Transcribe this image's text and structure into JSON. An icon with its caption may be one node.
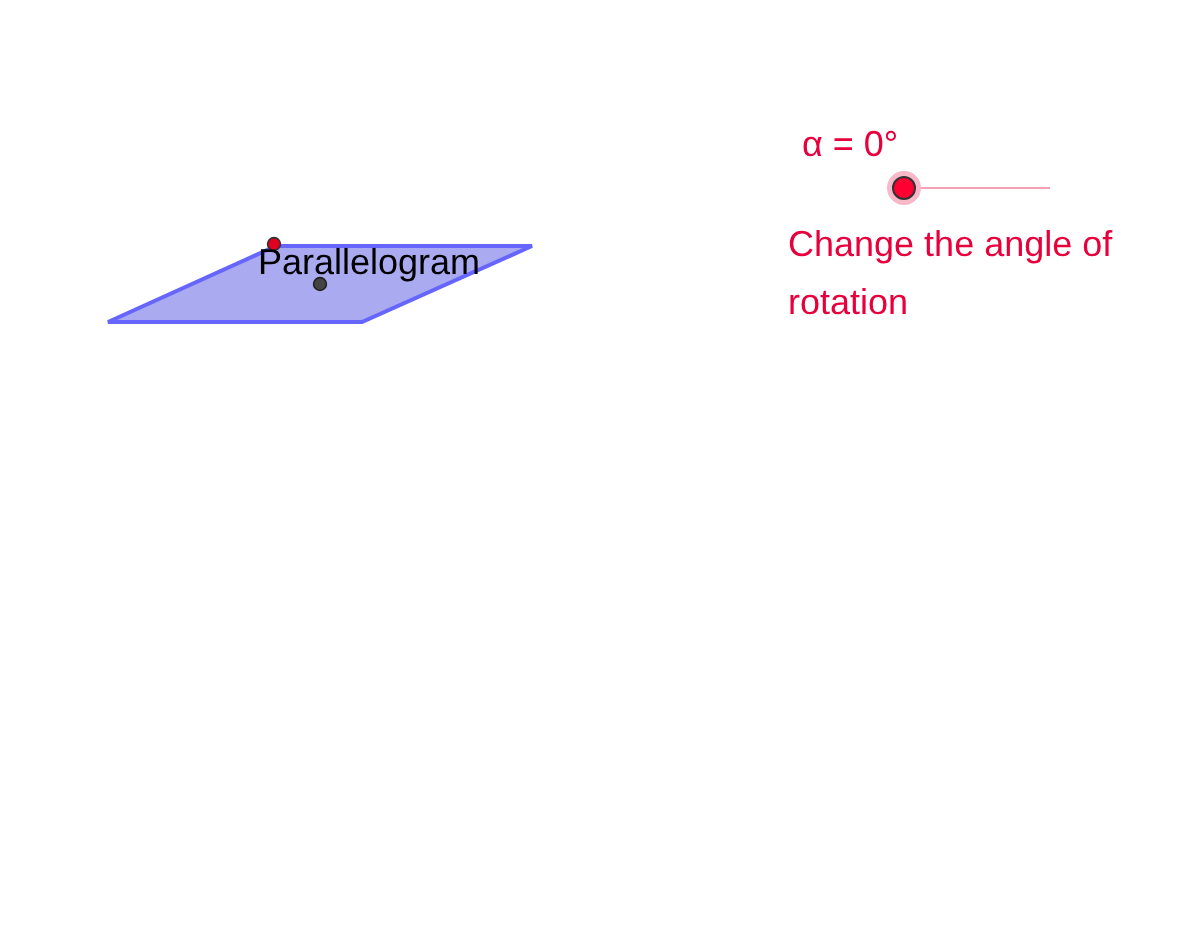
{
  "diagram": {
    "nodes": [
      {
        "text": [
          "Parallelogram"
        ]
      }
    ],
    "labels": [
      "α = 0°",
      "Change the angle of rotation"
    ]
  }
}
